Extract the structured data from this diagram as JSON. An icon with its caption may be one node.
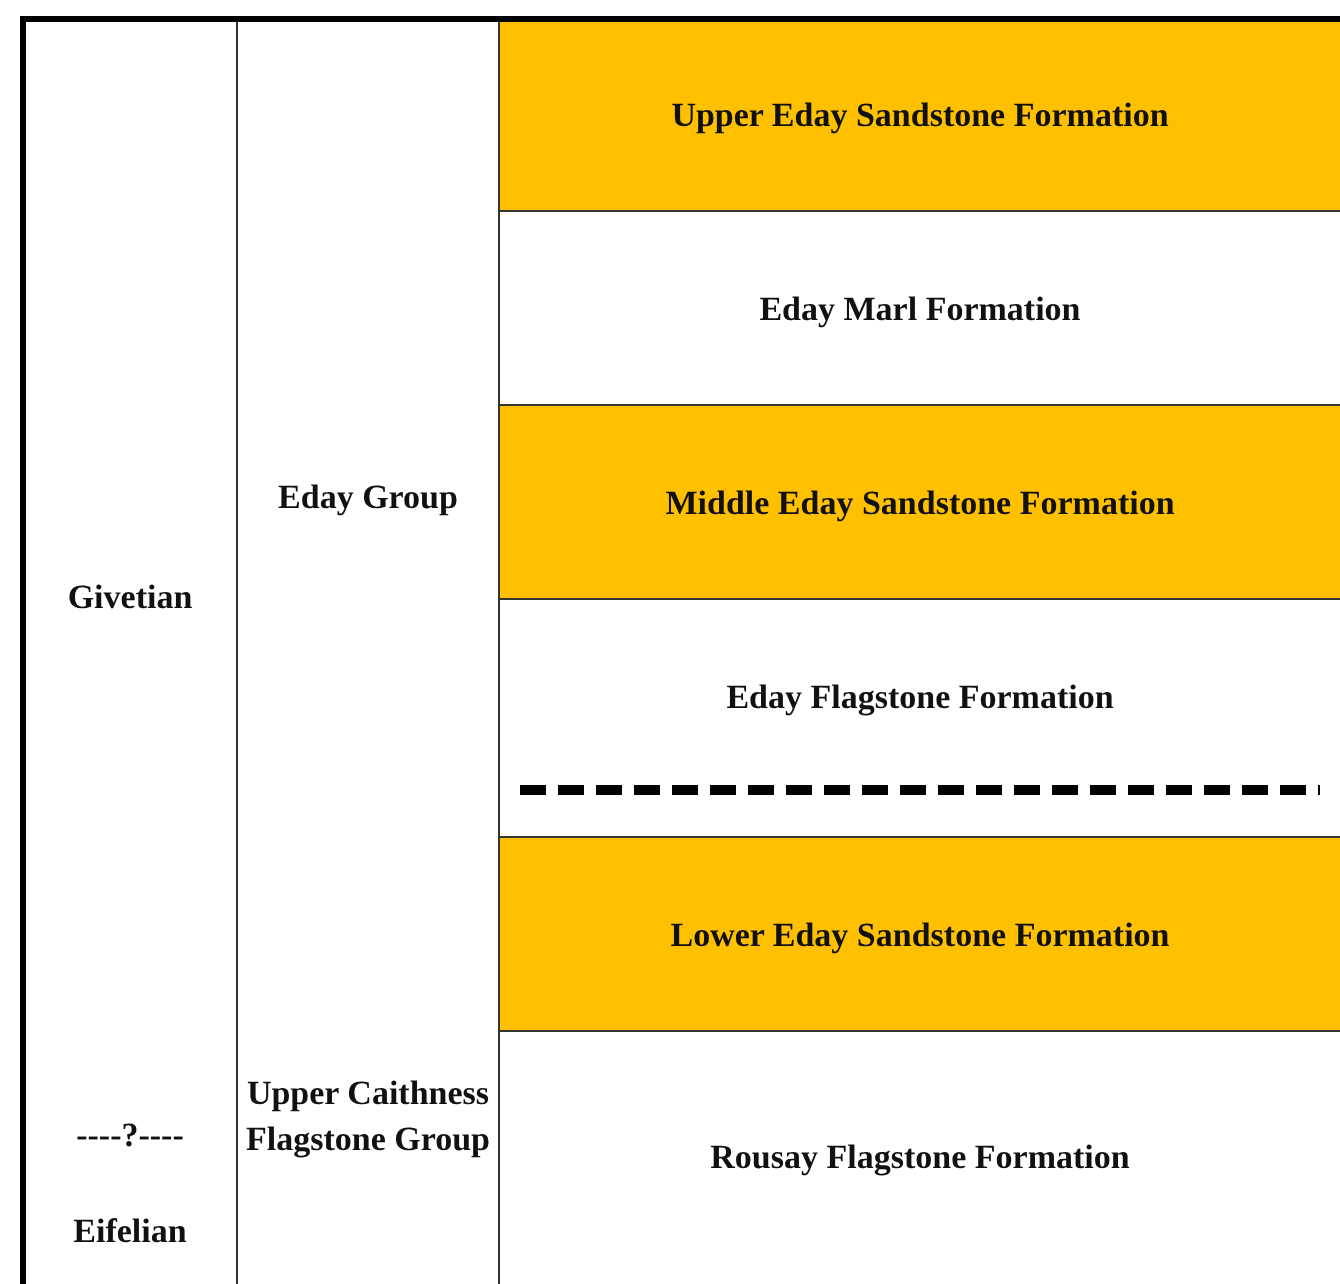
{
  "diagram": {
    "nodes": [
      {
        "text": [
          "Givetian",
          "----?----",
          "Eifelian"
        ]
      },
      {
        "text": [
          "Eday Group",
          "Upper Caithness Flagstone Group"
        ]
      },
      {
        "text": [
          "Upper Eday Sandstone Formation"
        ]
      },
      {
        "text": [
          "Eday Marl Formation"
        ]
      },
      {
        "text": [
          "Middle Eday Sandstone Formation"
        ]
      },
      {
        "text": [
          "Eday Flagstone Formation"
        ]
      },
      {
        "text": [
          "Lower Eday Sandstone Formation"
        ]
      },
      {
        "text": [
          "Rousay Flagstone Formation"
        ]
      }
    ]
  }
}
